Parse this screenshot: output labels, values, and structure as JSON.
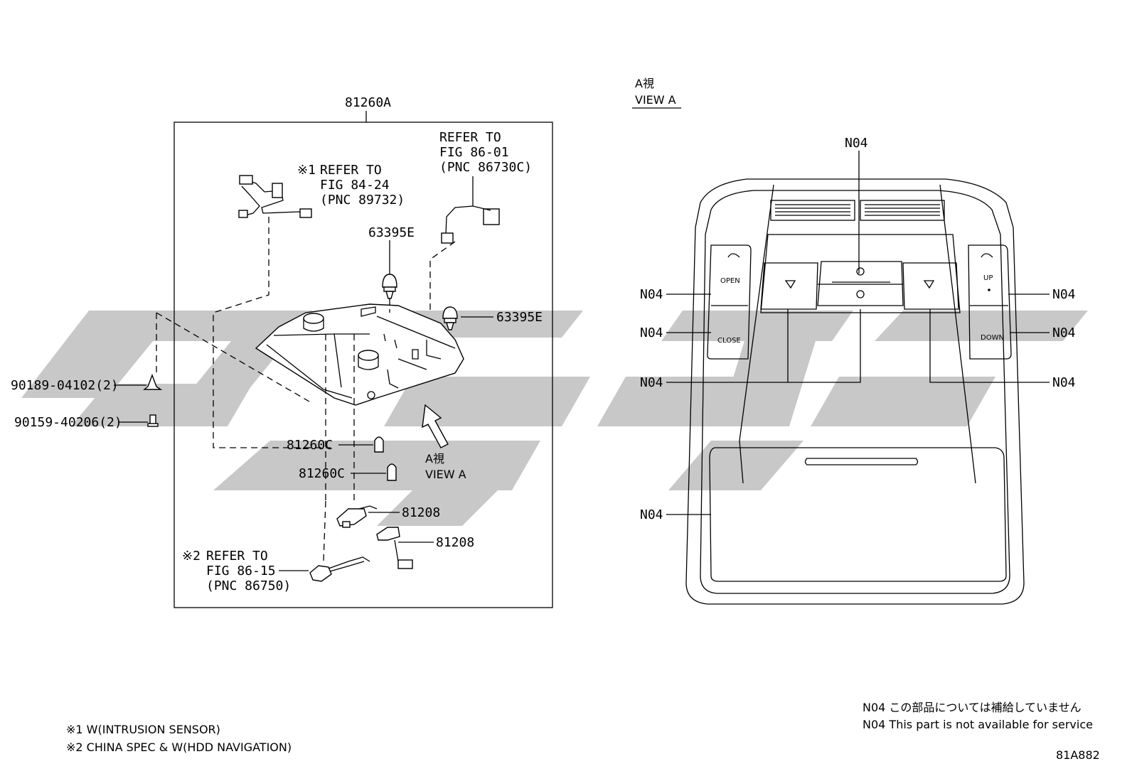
{
  "left": {
    "assembly_label": "81260A",
    "ref1": {
      "mark": "※1",
      "l1": "REFER TO",
      "l2": "FIG 84-24",
      "l3": "(PNC 89732)"
    },
    "ref_top": {
      "l1": "REFER TO",
      "l2": "FIG 86-01",
      "l3": "(PNC 86730C)"
    },
    "ref2": {
      "mark": "※2",
      "l1": "REFER TO",
      "l2": "FIG 86-15",
      "l3": "(PNC 86750)"
    },
    "part_63395e_a": "63395E",
    "part_63395e_b": "63395E",
    "part_90189": "90189-04102(2)",
    "part_90159": "90159-40206(2)",
    "part_81260c_a": "81260C",
    "part_81260c_b": "81260C",
    "part_81208_a": "81208",
    "part_81208_b": "81208",
    "view_jp": "A視",
    "view_en": "VIEW A"
  },
  "right": {
    "view_jp": "A視",
    "view_en": "VIEW A",
    "callouts": [
      "N04",
      "N04",
      "N04",
      "N04",
      "N04",
      "N04",
      "N04",
      "N04"
    ],
    "buttons": {
      "open": "OPEN",
      "close": "CLOSE",
      "up": "UP",
      "down": "DOWN"
    }
  },
  "notes": {
    "jp": "N04 この部品については補給していません",
    "en": "N04 This part is not available for service",
    "footnote1": "※1 W(INTRUSION SENSOR)",
    "footnote2": "※2 CHINA SPEC & W(HDD NAVIGATION)",
    "figure_id": "81A882"
  },
  "colors": {
    "watermark": "#c8c8c8",
    "line": "#000000"
  }
}
